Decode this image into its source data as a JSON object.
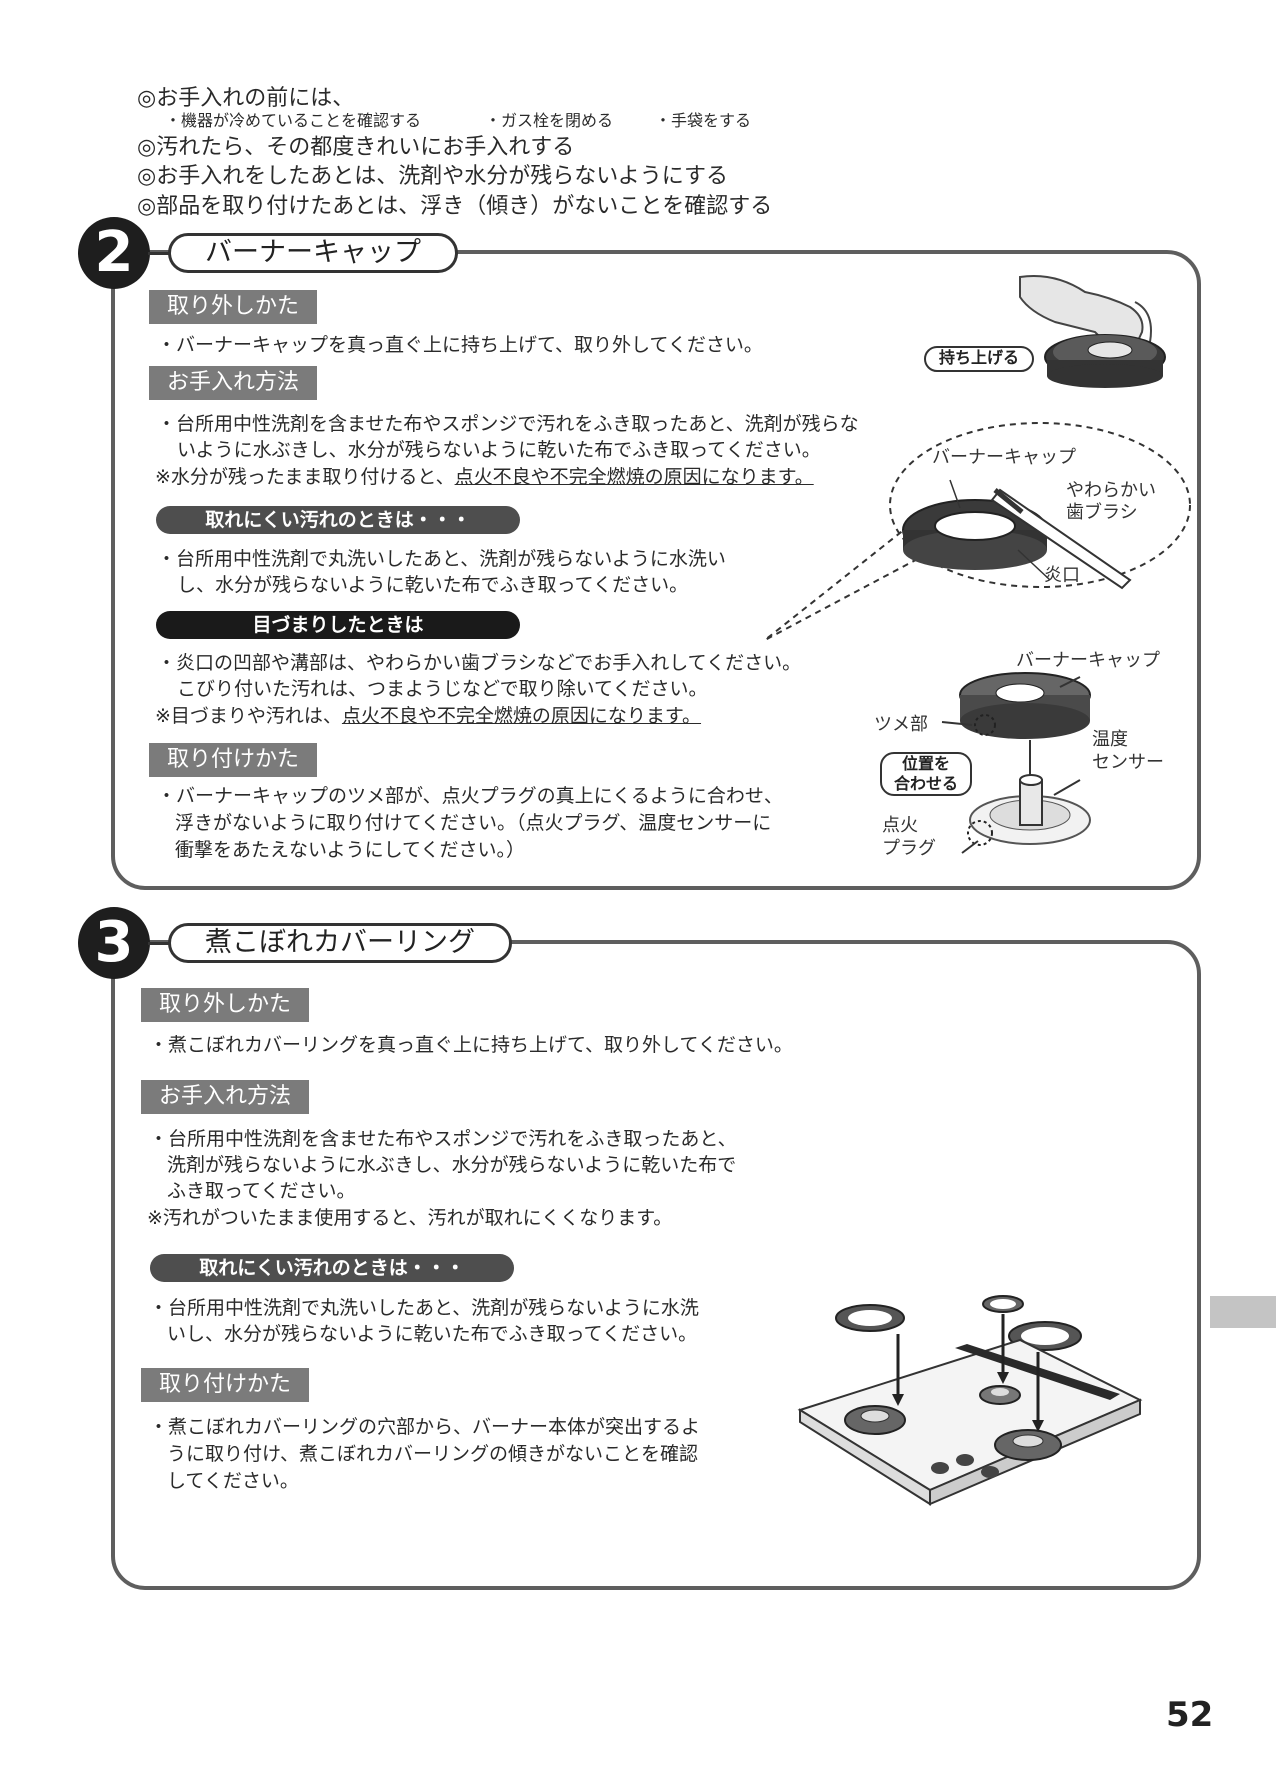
{
  "intro": {
    "line1": "◎お手入れの前には、",
    "sub1": "・機器が冷めていることを確認する",
    "sub2": "・ガス栓を閉める",
    "sub3": "・手袋をする",
    "line2": "◎汚れたら、その都度きれいにお手入れする",
    "line3": "◎お手入れをしたあとは、洗剤や水分が残らないようにする",
    "line4": "◎部品を取り付けたあとは、浮き（傾き）がないことを確認する"
  },
  "section2": {
    "number": "2",
    "title": "バーナーキャップ",
    "remove_heading": "取り外しかた",
    "remove_text": "・バーナーキャップを真っ直ぐ上に持ち上げて、取り外してください。",
    "lift_label": "持ち上げる",
    "care_heading": "お手入れ方法",
    "care_line1": "・台所用中性洗剤を含ませた布やスポンジで汚れをふき取ったあと、洗剤が残らな",
    "care_line2": "いように水ぶきし、水分が残らないように乾いた布でふき取ってください。",
    "care_note_prefix": "※水分が残ったまま取り付けると、",
    "care_note_underlined": "点火不良や不完全燃焼の原因になります。",
    "hard_heading": "取れにくい汚れのときは・・・",
    "hard_line1": "・台所用中性洗剤で丸洗いしたあと、洗剤が残らないように水洗い",
    "hard_line2": "し、水分が残らないように乾いた布でふき取ってください。",
    "clog_heading": "目づまりしたときは",
    "clog_line1": "・炎口の凹部や溝部は、やわらかい歯ブラシなどでお手入れしてください。",
    "clog_line2": "こびり付いた汚れは、つまようじなどで取り除いてください。",
    "clog_note_prefix": "※目づまりや汚れは、",
    "clog_note_underlined": "点火不良や不完全燃焼の原因になります。",
    "install_heading": "取り付けかた",
    "install_line1": "・バーナーキャップのツメ部が、点火プラグの真上にくるように合わせ、",
    "install_line2": "浮きがないように取り付けてください。（点火プラグ、温度センサーに",
    "install_line3": "衝撃をあたえないようにしてください。）",
    "bubble_cap_label": "バーナーキャップ",
    "bubble_brush_line1": "やわらかい",
    "bubble_brush_line2": "歯ブラシ",
    "bubble_flame_label": "炎口",
    "cap_label": "バーナーキャップ",
    "tab_label": "ツメ部",
    "sensor_line1": "温度",
    "sensor_line2": "センサー",
    "align_line1": "位置を",
    "align_line2": "合わせる",
    "plug_line1": "点火",
    "plug_line2": "プラグ"
  },
  "section3": {
    "number": "3",
    "title": "煮こぼれカバーリング",
    "remove_heading": "取り外しかた",
    "remove_text": "・煮こぼれカバーリングを真っ直ぐ上に持ち上げて、取り外してください。",
    "care_heading": "お手入れ方法",
    "care_line1": "・台所用中性洗剤を含ませた布やスポンジで汚れをふき取ったあと、",
    "care_line2": "洗剤が残らないように水ぶきし、水分が残らないように乾いた布で",
    "care_line3": "ふき取ってください。",
    "care_note": "※汚れがついたまま使用すると、汚れが取れにくくなります。",
    "hard_heading": "取れにくい汚れのときは・・・",
    "hard_line1": "・台所用中性洗剤で丸洗いしたあと、洗剤が残らないように水洗",
    "hard_line2": "いし、水分が残らないように乾いた布でふき取ってください。",
    "install_heading": "取り付けかた",
    "install_line1": "・煮こぼれカバーリングの穴部から、バーナー本体が突出するよ",
    "install_line2": "うに取り付け、煮こぼれカバーリングの傾きがないことを確認",
    "install_line3": "してください。"
  },
  "page_number": "52"
}
